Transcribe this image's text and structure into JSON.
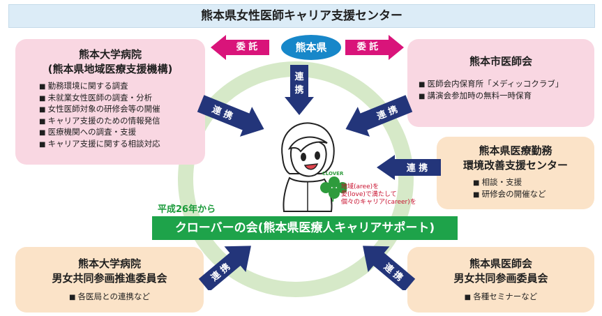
{
  "title": "熊本県女性医師キャリア支援センター",
  "center_org": "熊本県",
  "entrust_label": "委 託",
  "cooperation_label": "連 携",
  "cooperation_vertical": [
    "連",
    "携"
  ],
  "boxes": {
    "kumadai": {
      "name_lines": [
        "熊本大学病院",
        "(熊本県地域医療支援機構)"
      ],
      "items": [
        "勤務環境に関する調査",
        "未就業女性医師の調査・分析",
        "女性医師対象の研修会等の開催",
        "キャリア支援のための情報発信",
        "医療機関への調査・支援",
        "キャリア支援に関する相談対応"
      ]
    },
    "city_med": {
      "name": "熊本市医師会",
      "items": [
        "医師会内保育所「メディッコクラブ」",
        "講演会参加時の無料一時保育"
      ]
    },
    "kinmu_center": {
      "name_lines": [
        "熊本県医療勤務",
        "環境改善支援センター"
      ],
      "items": [
        "相談・支援",
        "研修会の開催など"
      ]
    },
    "univ_gender": {
      "name_lines": [
        "熊本大学病院",
        "男女共同参画推進委員会"
      ],
      "item": "各医局との連携など"
    },
    "pref_med_gender": {
      "name_lines": [
        "熊本県医師会",
        "男女共同参画委員会"
      ],
      "item": "各種セミナーなど"
    }
  },
  "clover": {
    "logo_text": "CLOVER",
    "note_lines": [
      "地域(aree)を",
      "愛(love)で満たして",
      "個々のキャリア(career)を"
    ],
    "since": "平成26年から",
    "bar": "クローバーの会(熊本県医療人キャリアサポート)"
  },
  "colors": {
    "title_bg": "#dcecf7",
    "pink_box": "#f9d7e2",
    "peach_box": "#fbe3c8",
    "ring": "#d6e9c8",
    "navy_arrow": "#23357a",
    "magenta": "#d9147a",
    "blue_center": "#1787c9",
    "green_bar": "#1ea34a"
  }
}
